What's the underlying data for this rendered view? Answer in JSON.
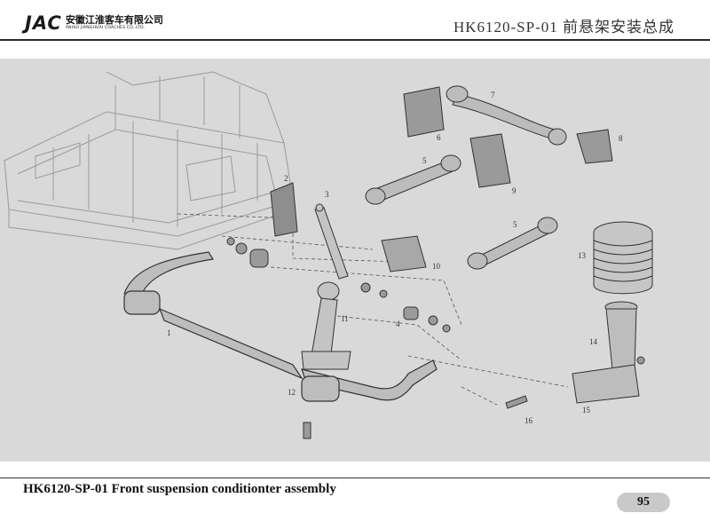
{
  "header": {
    "company_cn": "安徽江淮客车有限公司",
    "company_en": "ANHUI JIANGHUAI COACHES CO.,LTD.",
    "logo": "JAC",
    "doc_title": "HK6120-SP-01 前悬架安装总成"
  },
  "footer": {
    "caption": "HK6120-SP-01 Front suspension  conditionter assembly",
    "page_number": "95"
  },
  "callouts": [
    "1",
    "2",
    "3",
    "4",
    "5",
    "5",
    "6",
    "7",
    "8",
    "9",
    "10",
    "11",
    "12",
    "13",
    "14",
    "15",
    "16"
  ],
  "colors": {
    "drawing_bg": "#d9d9d9",
    "line": "#2b2b2b",
    "badge": "#c9c9c9"
  }
}
